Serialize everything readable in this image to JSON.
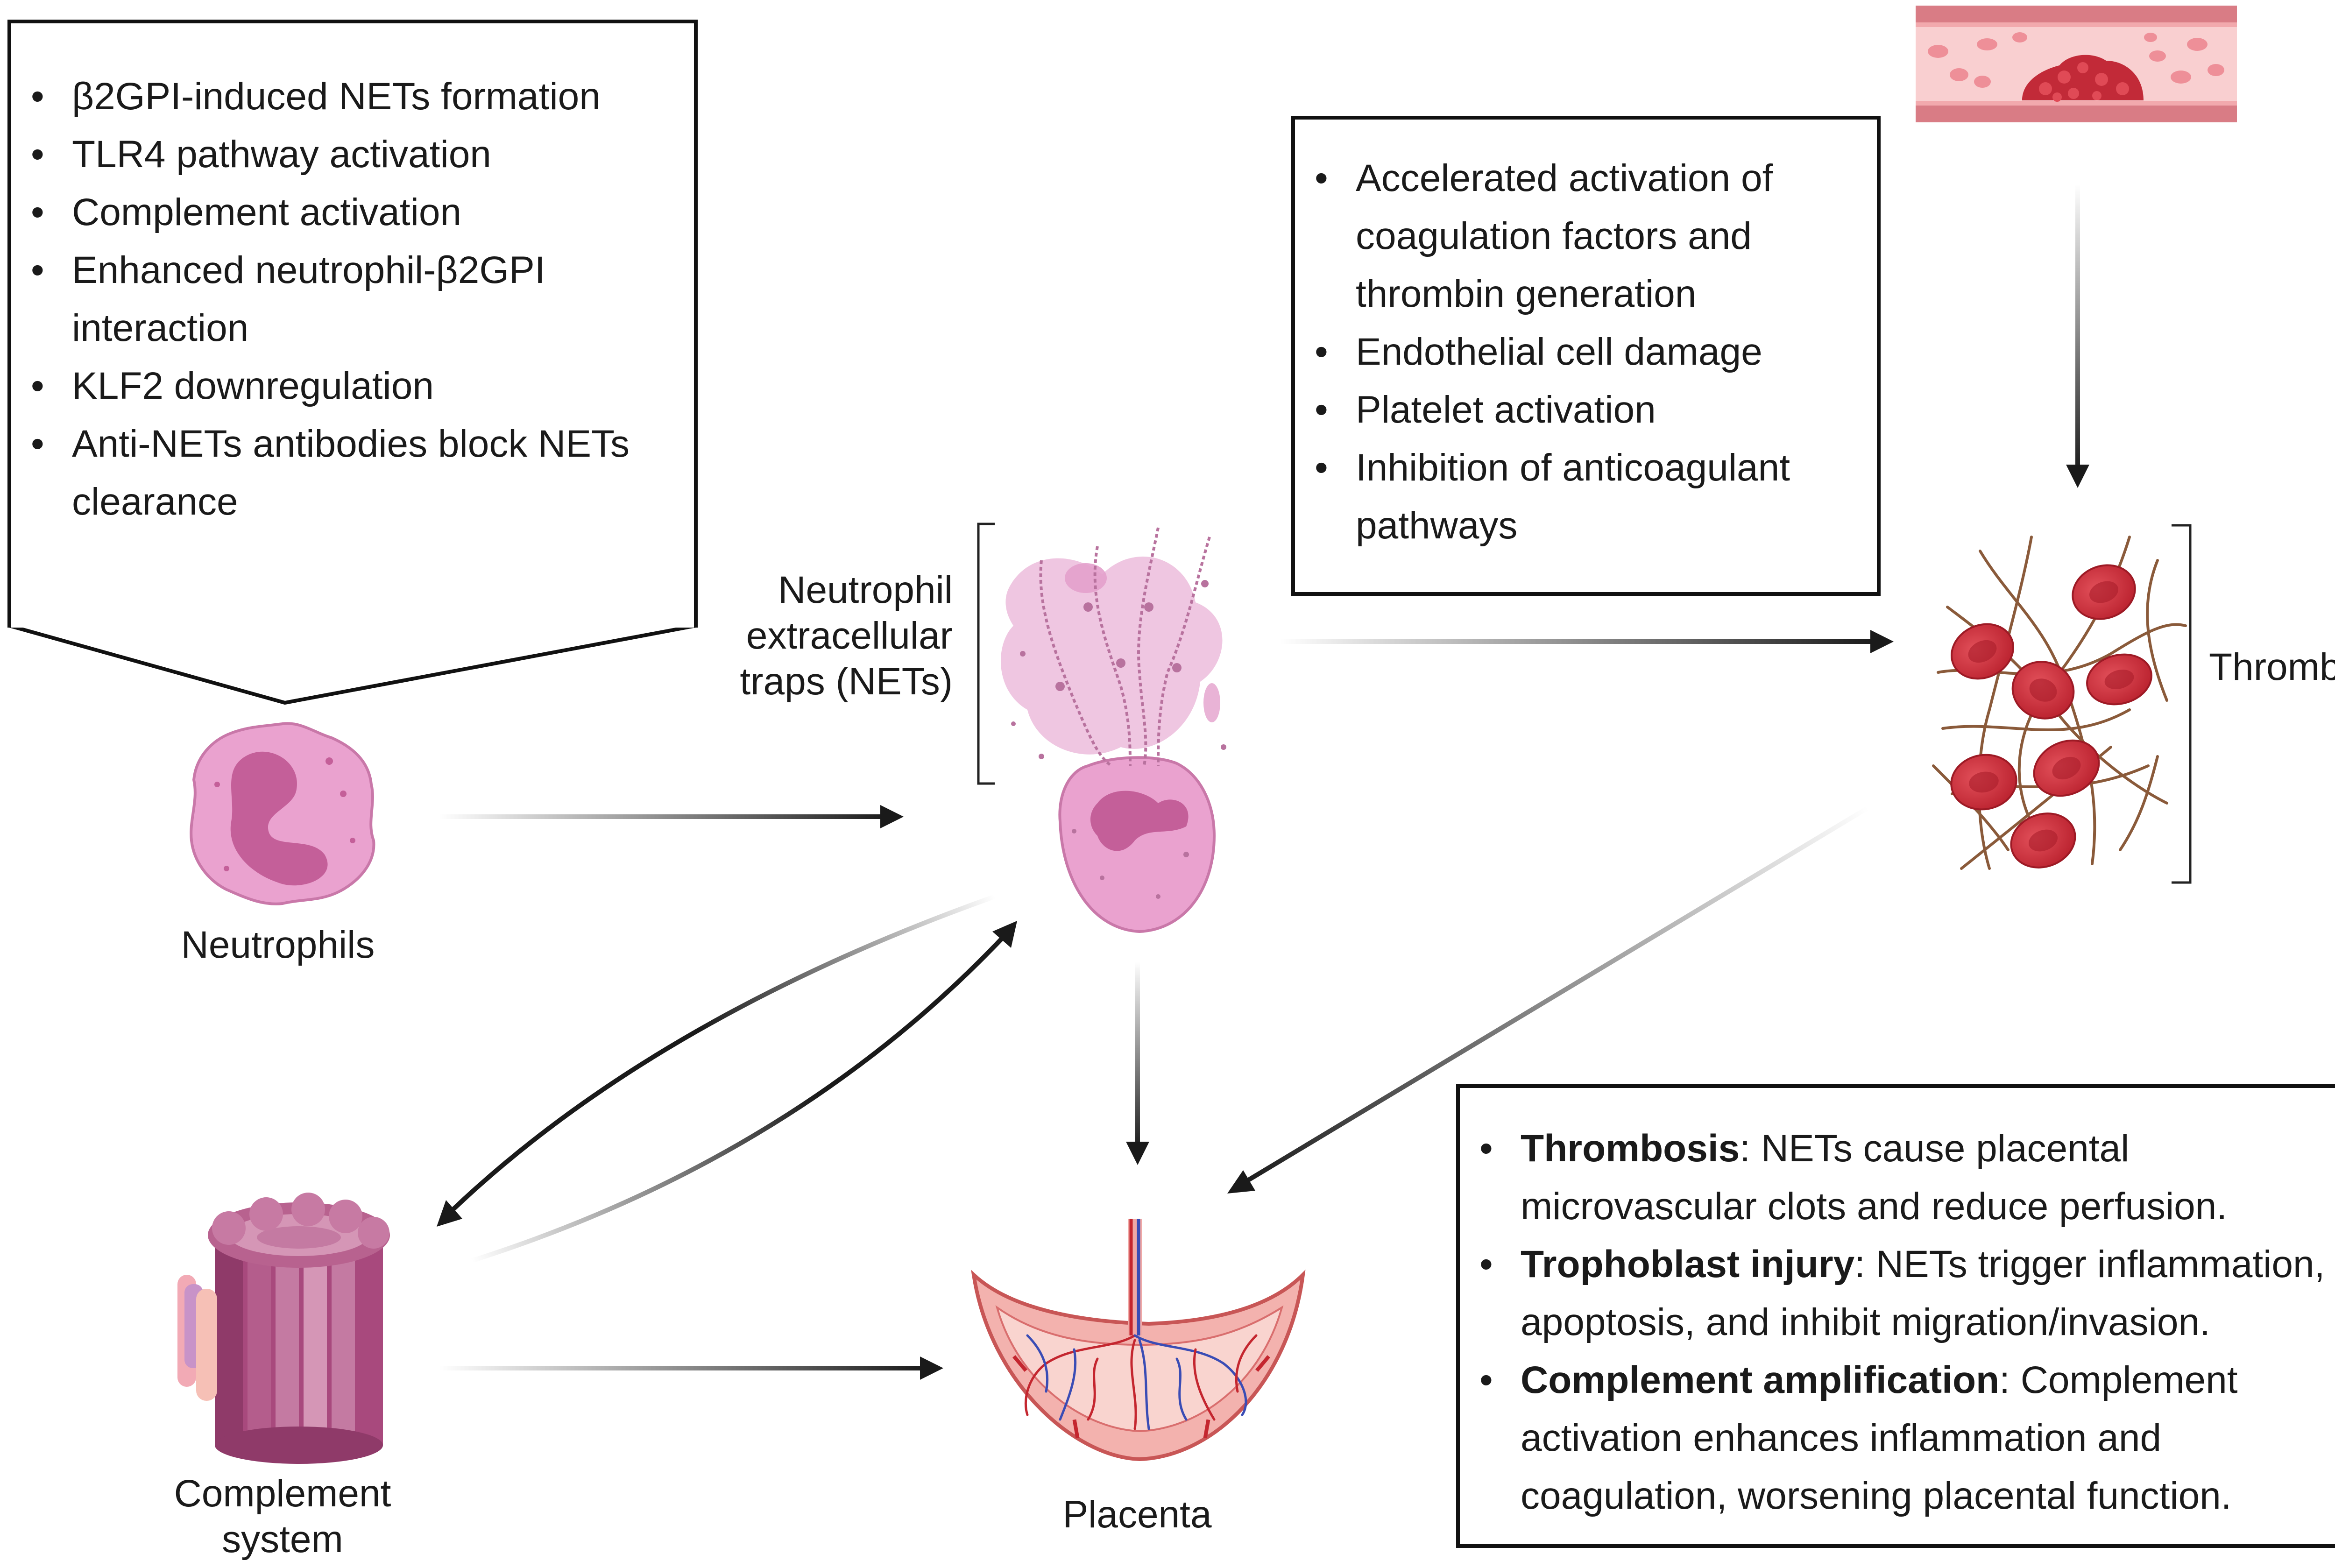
{
  "nodes": {
    "neutrophils": "Neutrophils",
    "nets": [
      "Neutrophil",
      "extracellular",
      "traps (NETs)"
    ],
    "thrombus": "Thrombus",
    "complement": [
      "Complement",
      "system"
    ],
    "placenta": "Placenta"
  },
  "boxes": {
    "mechanisms": [
      [
        "β2GPI-induced NETs formation"
      ],
      [
        "TLR4 pathway activation"
      ],
      [
        "Complement activation"
      ],
      [
        "Enhanced neutrophil-β2GPI",
        "interaction"
      ],
      [
        "KLF2 downregulation"
      ],
      [
        "Anti-NETs antibodies block NETs",
        "clearance"
      ]
    ],
    "coagulation": [
      [
        "Accelerated activation of",
        "coagulation factors and",
        "thrombin generation"
      ],
      [
        "Endothelial cell damage"
      ],
      [
        "Platelet activation"
      ],
      [
        "Inhibition of anticoagulant",
        "pathways"
      ]
    ],
    "effects": [
      {
        "term": "Thrombosis",
        "lines": [
          ": NETs cause placental",
          "microvascular clots and reduce perfusion."
        ]
      },
      {
        "term": "Trophoblast injury",
        "lines": [
          ": NETs trigger inflammation,",
          "apoptosis, and inhibit migration/invasion."
        ]
      },
      {
        "term": "Complement amplification",
        "lines": [
          ": Complement",
          "activation enhances inflammation and",
          "coagulation, worsening placental function."
        ]
      }
    ]
  },
  "colors": {
    "neutrophil": "#eaa2cf",
    "nets": "#e6a6cf",
    "rbc": "#d42f3b",
    "fibrin": "#8a5a3a",
    "complement": "#b8628f",
    "placenta": "#f3b2ae",
    "arrow": "#1a1a1a"
  },
  "icons": [
    "neutrophil-icon",
    "nets-icon",
    "blood-vessel-clot-icon",
    "thrombus-icon",
    "complement-icon",
    "placenta-icon"
  ]
}
